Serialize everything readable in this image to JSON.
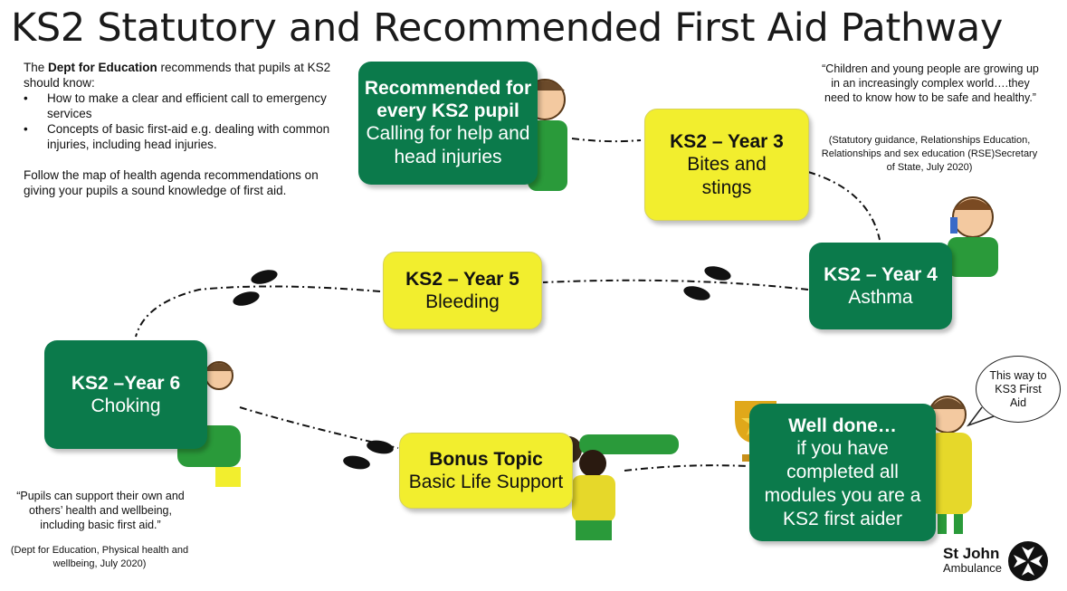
{
  "title": "KS2 Statutory and Recommended First Aid Pathway",
  "intro": {
    "line1_pre": "The ",
    "line1_bold": "Dept for Education",
    "line1_post": " recommends that pupils at KS2 should know:",
    "bullets": [
      "How to make a clear and efficient call to emergency services",
      "Concepts of basic first-aid e.g. dealing with common injuries, including head injuries."
    ],
    "follow": "Follow the map of health agenda recommendations on giving your pupils a sound knowledge of first aid."
  },
  "boxes": {
    "recommended": {
      "heading": "Recommended for every KS2 pupil",
      "sub": "Calling for help and head injuries"
    },
    "year3": {
      "heading": "KS2 – Year 3",
      "sub": "Bites and stings"
    },
    "year4": {
      "heading": "KS2 – Year 4",
      "sub": "Asthma"
    },
    "year5": {
      "heading": "KS2 – Year 5",
      "sub": "Bleeding"
    },
    "year6": {
      "heading": "KS2 –Year 6",
      "sub": "Choking"
    },
    "bonus": {
      "heading": "Bonus Topic",
      "sub": "Basic Life Support"
    },
    "welldone": {
      "heading": "Well done…",
      "sub": "if you have completed all modules you are a KS2 first aider"
    }
  },
  "quote_top": {
    "text": "“Children and young people are growing up in an increasingly complex world….they need to know how to be safe and healthy.”",
    "cite": "(Statutory guidance, Relationships Education, Relationships and sex education (RSE)Secretary of State, July 2020)"
  },
  "quote_bottom": {
    "text": "“Pupils can support their own and others’ health and wellbeing, including basic first aid.”",
    "cite": "(Dept for Education, Physical health and wellbeing, July 2020)"
  },
  "bubble": "This way to KS3 First Aid",
  "logo": {
    "name": "St John",
    "sub": "Ambulance"
  },
  "colors": {
    "green": "#0b7a4b",
    "yellow": "#f2ee2e"
  }
}
